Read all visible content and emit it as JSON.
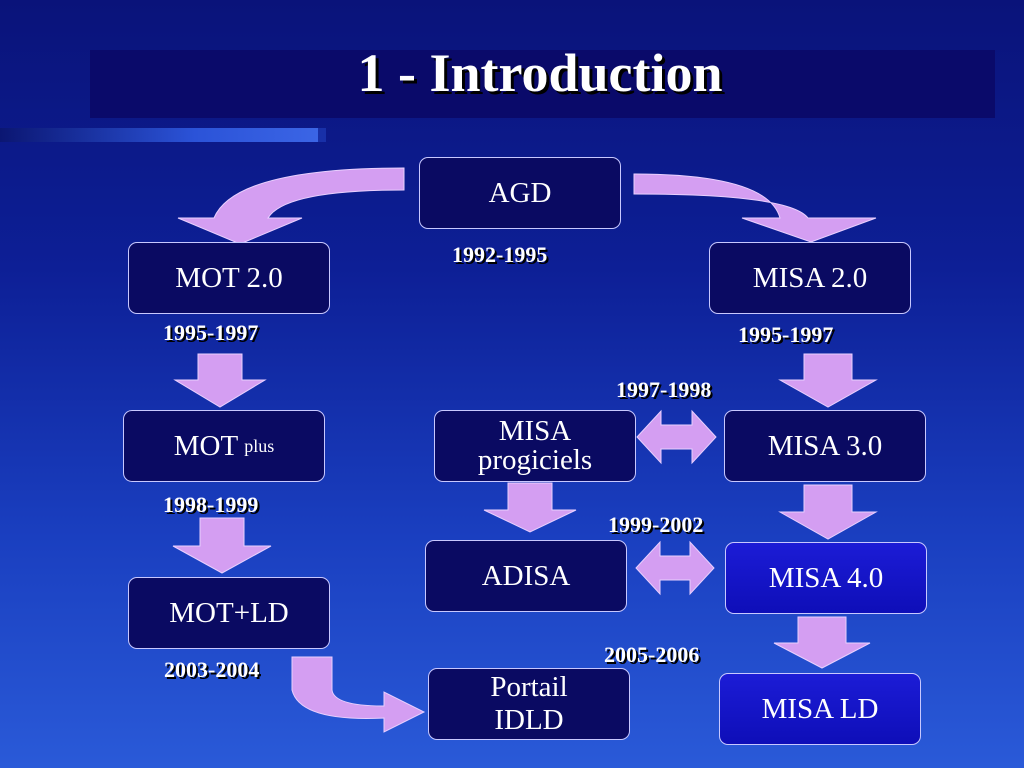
{
  "slide": {
    "title": "1 -  Introduction"
  },
  "nodes": {
    "agd": "AGD",
    "mot20": "MOT 2.0",
    "mot_plus_main": "MOT",
    "mot_plus_sup": "plus",
    "motld": "MOT+LD",
    "misa20": "MISA 2.0",
    "misa30": "MISA 3.0",
    "misa40": "MISA 4.0",
    "misald": "MISA LD",
    "misa_progiciels_line1": "MISA",
    "misa_progiciels_line2": "progiciels",
    "adisa": "ADISA",
    "portail_line1": "Portail",
    "portail_line2": "IDLD"
  },
  "dates": {
    "agd": "1992-1995",
    "mot20": "1995-1997",
    "misa20": "1995-1997",
    "misa30": "1997-1998",
    "mot_plus": "1998-1999",
    "misa40": "1999-2002",
    "motld": "2003-2004",
    "misald": "2005-2006"
  },
  "colors": {
    "arrow_fill": "#d49ef2",
    "box_fill": "#0a0a62",
    "box_bright_fill": "#1414cc",
    "title_band": "#0a0a6a"
  }
}
